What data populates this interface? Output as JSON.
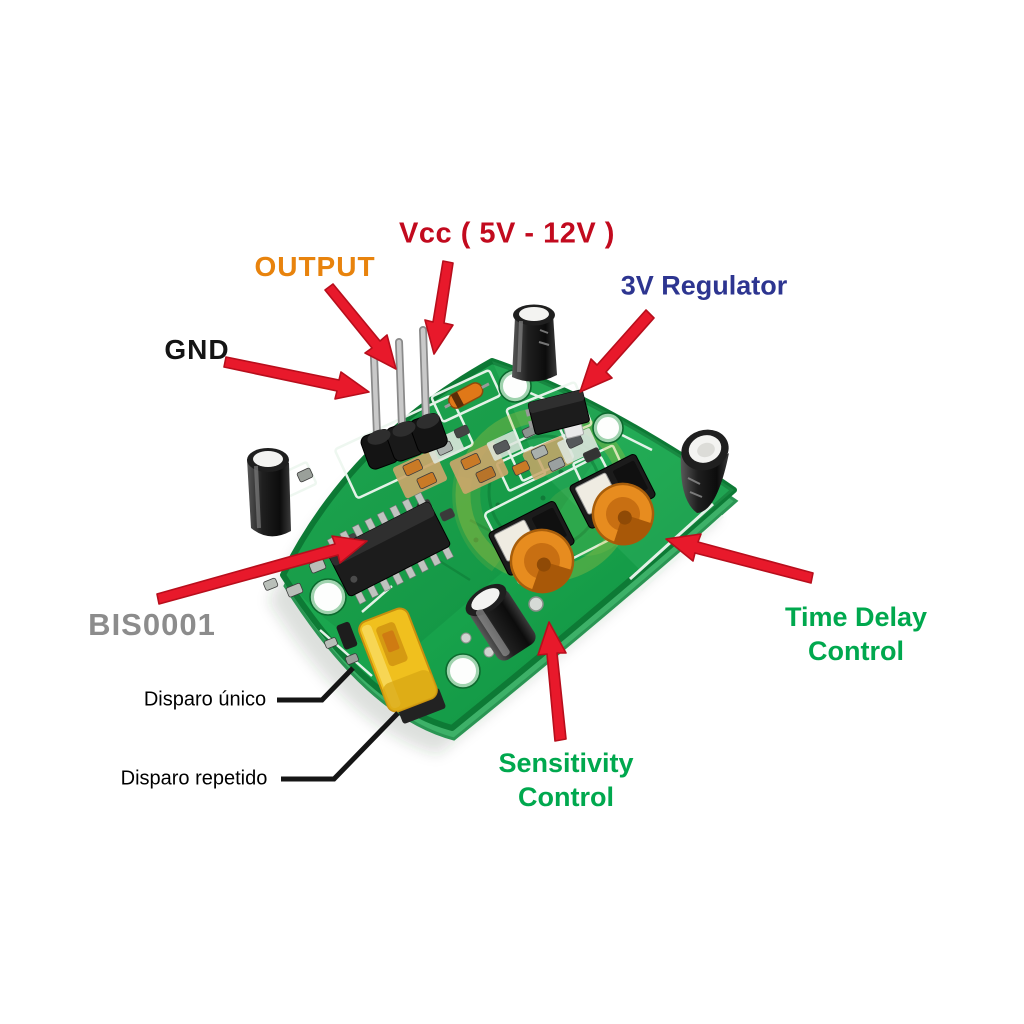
{
  "figure": {
    "background_color": "#ffffff",
    "annotations": {
      "vcc": {
        "text": "Vcc ( 5V - 12V )",
        "color": "#c20a1e"
      },
      "output": {
        "text": "OUTPUT",
        "color": "#e8830d"
      },
      "gnd": {
        "text": "GND",
        "color": "#141414"
      },
      "regulator_3v": {
        "text": "3V Regulator",
        "color": "#2d3590"
      },
      "bis0001": {
        "text": "BIS0001",
        "color": "#8c8c8c"
      },
      "disparo_unico": {
        "text": "Disparo único",
        "color": "#000000"
      },
      "disparo_repetido": {
        "text": "Disparo repetido",
        "color": "#000000"
      },
      "time_delay": {
        "line1": "Time Delay",
        "line2": "Control",
        "color": "#00a84e"
      },
      "sensitivity": {
        "line1": "Sensitivity",
        "line2": "Control",
        "color": "#00a84e"
      }
    },
    "palette": {
      "arrow_red": "#e8192b",
      "arrow_red_dark": "#b80e1c",
      "pcb_green": "#17a24b",
      "pcb_green_dark": "#0e7c38",
      "silkscreen_white": "#eef7f0",
      "trimmer_orange": "#e78c1f",
      "jumper_yellow": "#f0c01e",
      "capacitor_black": "#262626",
      "leader_line_black": "#151515"
    }
  }
}
